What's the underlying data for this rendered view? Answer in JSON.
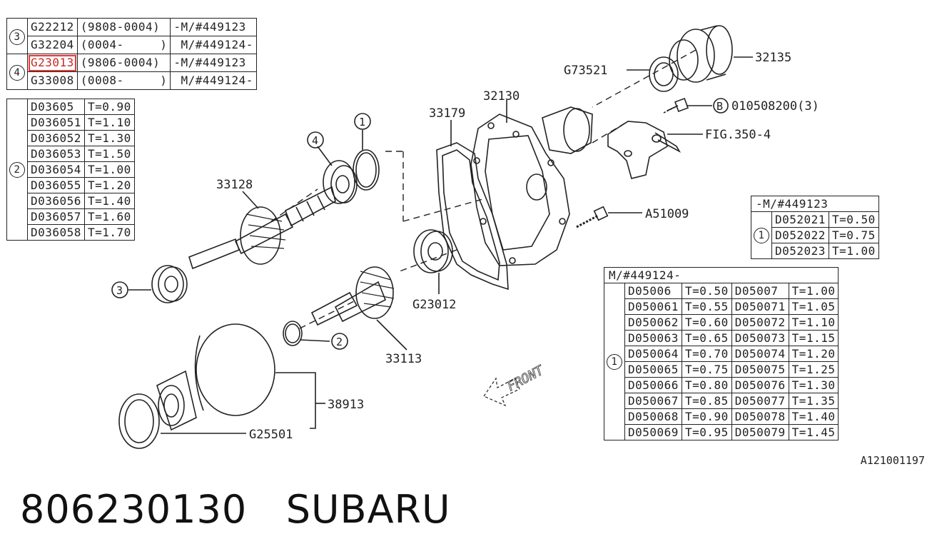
{
  "top_table": {
    "groups": [
      {
        "index": "3",
        "rows": [
          {
            "part": "G22212",
            "range": "(9808-0004)",
            "serial": "-M/#449123",
            "highlight": false
          },
          {
            "part": "G32204",
            "range": "(0004-     )",
            "serial": " M/#449124-",
            "highlight": false
          }
        ]
      },
      {
        "index": "4",
        "rows": [
          {
            "part": "G23013",
            "range": "(9806-0004)",
            "serial": "-M/#449123",
            "highlight": true
          },
          {
            "part": "G33008",
            "range": "(0008-     )",
            "serial": " M/#449124-",
            "highlight": false
          }
        ]
      }
    ]
  },
  "left_table": {
    "index": "2",
    "rows": [
      {
        "part": "D03605",
        "thickness": "T=0.90"
      },
      {
        "part": "D036051",
        "thickness": "T=1.10"
      },
      {
        "part": "D036052",
        "thickness": "T=1.30"
      },
      {
        "part": "D036053",
        "thickness": "T=1.50"
      },
      {
        "part": "D036054",
        "thickness": "T=1.00"
      },
      {
        "part": "D036055",
        "thickness": "T=1.20"
      },
      {
        "part": "D036056",
        "thickness": "T=1.40"
      },
      {
        "part": "D036057",
        "thickness": "T=1.60"
      },
      {
        "part": "D036058",
        "thickness": "T=1.70"
      }
    ]
  },
  "mid_table": {
    "header": "-M/#449123",
    "index": "1",
    "rows": [
      {
        "part": "D052021",
        "thickness": "T=0.50"
      },
      {
        "part": "D052022",
        "thickness": "T=0.75"
      },
      {
        "part": "D052023",
        "thickness": "T=1.00"
      }
    ]
  },
  "big_table": {
    "header": "M/#449124-",
    "index": "1",
    "rows": [
      {
        "part_a": "D05006",
        "t_a": "T=0.50",
        "part_b": "D05007",
        "t_b": "T=1.00"
      },
      {
        "part_a": "D050061",
        "t_a": "T=0.55",
        "part_b": "D050071",
        "t_b": "T=1.05"
      },
      {
        "part_a": "D050062",
        "t_a": "T=0.60",
        "part_b": "D050072",
        "t_b": "T=1.10"
      },
      {
        "part_a": "D050063",
        "t_a": "T=0.65",
        "part_b": "D050073",
        "t_b": "T=1.15"
      },
      {
        "part_a": "D050064",
        "t_a": "T=0.70",
        "part_b": "D050074",
        "t_b": "T=1.20"
      },
      {
        "part_a": "D050065",
        "t_a": "T=0.75",
        "part_b": "D050075",
        "t_b": "T=1.25"
      },
      {
        "part_a": "D050066",
        "t_a": "T=0.80",
        "part_b": "D050076",
        "t_b": "T=1.30"
      },
      {
        "part_a": "D050067",
        "t_a": "T=0.85",
        "part_b": "D050077",
        "t_b": "T=1.35"
      },
      {
        "part_a": "D050068",
        "t_a": "T=0.90",
        "part_b": "D050078",
        "t_b": "T=1.40"
      },
      {
        "part_a": "D050069",
        "t_a": "T=0.95",
        "part_b": "D050079",
        "t_b": "T=1.45"
      }
    ]
  },
  "callouts": {
    "p32135": "32135",
    "g73521": "G73521",
    "p32130": "32130",
    "p33179": "33179",
    "bolt_b_marker": "B",
    "bolt_b": "010508200(3)",
    "fig": "FIG.350-4",
    "a51009": "A51009",
    "p33128": "33128",
    "g23012": "G23012",
    "p33113": "33113",
    "p38913": "38913",
    "g25501": "G25501",
    "c1": "1",
    "c2": "2",
    "c3": "3",
    "c4": "4",
    "front": "FRONT"
  },
  "reference_code": "A121001197",
  "footer": {
    "part_number": "806230130",
    "brand": "SUBARU"
  },
  "colors": {
    "line": "#222222",
    "highlight": "#e53935"
  }
}
